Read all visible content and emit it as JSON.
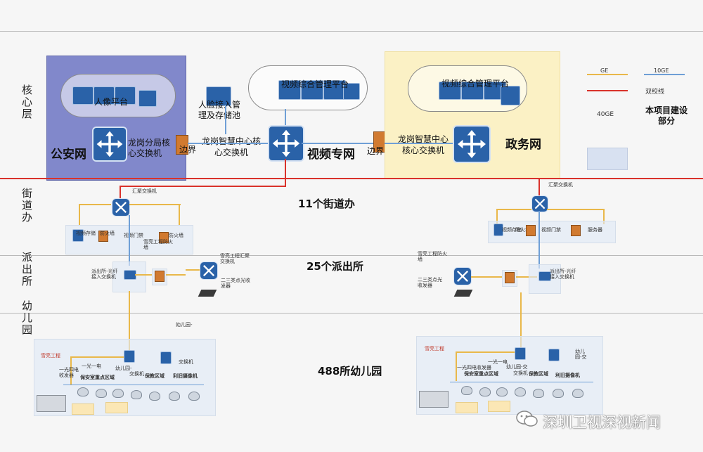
{
  "layers": {
    "core": "核心层",
    "street": "街道办",
    "police": "派出所",
    "kinder": "幼儿园"
  },
  "core": {
    "police_net": "公安网",
    "portrait_platform": "人像平台",
    "lg_core_switch": "龙岗分局核心交换机",
    "border_left": "边界",
    "face_mgmt": "人脸接入管理及存储池",
    "smart_center_left": "龙岗智慧中心核心交换机",
    "video_mgmt_left": "视频综合管理平台",
    "video_net": "视频专网",
    "border_right": "边界",
    "smart_center_right": "龙岗智慧中心核心交换机",
    "video_mgmt_right": "视频综合管理平台",
    "gov_net": "政务网"
  },
  "legend": {
    "ge": "GE",
    "ten_ge": "10GE",
    "twisted": "双绞线",
    "forty_ge": "40GE",
    "project": "本项目建设部分"
  },
  "street": {
    "title": "11个街道办",
    "agg_switch_left": "汇聚交换机",
    "agg_switch_right": "汇聚交换机",
    "storage": "视频存储",
    "firewall": "防火墙",
    "gate": "视频门禁",
    "xueliang_fw": "雪亮工程防火墙",
    "fw2": "防火墙",
    "gate_r": "视频门禁",
    "fw_r": "防火墙",
    "server_r": "服务器",
    "storage_r": "视频存储"
  },
  "police": {
    "title": "25个派出所",
    "access_left": "派出所-光纤接入交换机",
    "xueliang_left": "雪亮工程汇聚交换机",
    "optical_left": "二三类点光收发器",
    "xueliang_right": "雪亮工程防火墙",
    "optical_right": "二三类点光收发器",
    "access_right": "派出所-光纤接入交换机"
  },
  "kinder": {
    "title": "488所幼儿园",
    "link_label": "幼儿园-",
    "xueliang_l": "雪亮工程",
    "one_light_l": "一光四电收发器",
    "key_area_l": "保安室重点区域",
    "one_light2_l": "一光一电",
    "kinder_l": "幼儿园-",
    "switch_l": "交换机",
    "security_l": "保教区域",
    "reuse_l": "利旧摄像机",
    "switch2_l": "交换机",
    "xueliang_r": "雪亮工程",
    "one_light_r": "一光四电收发器",
    "key_area_r": "保安室重点区域",
    "one_light2_r": "一光一电",
    "kinder_r": "幼儿园-交",
    "switch_r": "交换机",
    "security_r": "保教区域",
    "reuse_r": "利旧摄像机",
    "kinder2_r": "幼儿园-交"
  },
  "watermark": "深圳卫视深视新闻",
  "colors": {
    "police_box": "#7b83c9",
    "gov_box": "#fbf1c5",
    "red": "#d9322b",
    "blue": "#2a62a8",
    "yellow": "#e9b84a",
    "legend_box": "#d8e1f1"
  }
}
